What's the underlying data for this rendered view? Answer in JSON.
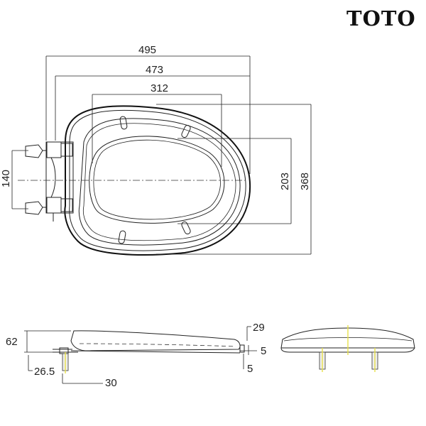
{
  "brand": {
    "name": "TOTO"
  },
  "dimensions": {
    "top_view": {
      "overall_length": "495",
      "seat_length": "473",
      "inner_length": "312",
      "hinge_spacing": "140",
      "opening_width": "203",
      "overall_width": "368"
    },
    "side_view": {
      "height": "62",
      "lid_thickness": "29",
      "bumper_a": "5",
      "bumper_b": "5",
      "hinge_offset": "26.5",
      "bolt_offset": "30"
    }
  },
  "colors": {
    "line": "#222222",
    "background": "#ffffff",
    "accent_marker": "#e8e04a"
  }
}
